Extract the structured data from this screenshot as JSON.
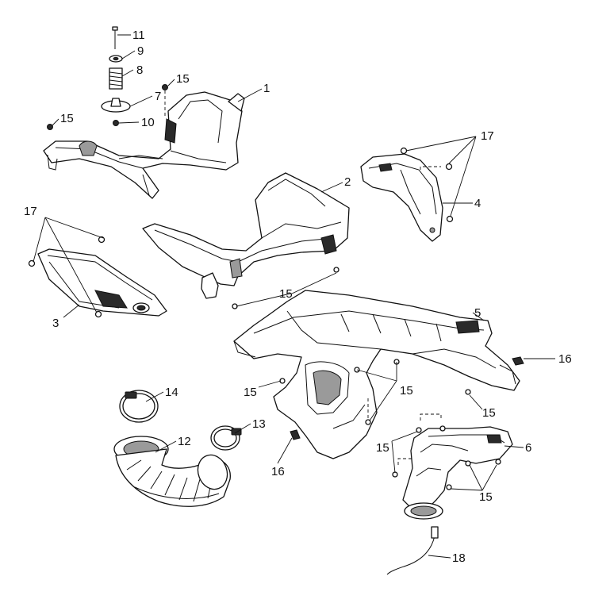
{
  "callouts": {
    "c1": "1",
    "c2": "2",
    "c3": "3",
    "c4": "4",
    "c5": "5",
    "c6": "6",
    "c7": "7",
    "c8": "8",
    "c9": "9",
    "c10": "10",
    "c11": "11",
    "c12": "12",
    "c13": "13",
    "c14": "14",
    "c15a": "15",
    "c15b": "15",
    "c15c": "15",
    "c15d": "15",
    "c15e": "15",
    "c15f": "15",
    "c15g": "15",
    "c15h": "15",
    "c16a": "16",
    "c16b": "16",
    "c17a": "17",
    "c17b": "17",
    "c18": "18"
  }
}
